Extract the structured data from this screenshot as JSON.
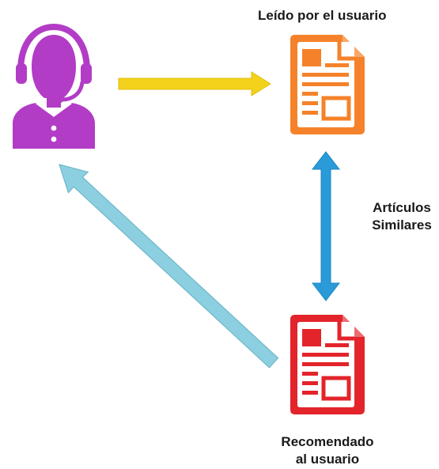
{
  "labels": {
    "read_by_user": "Leído por el usuario",
    "similar_line1": "Artículos",
    "similar_line2": "Similares",
    "recommended_line1": "Recomendado",
    "recommended_line2": "al usuario"
  },
  "icons": {
    "user": "user-headset-icon",
    "read_document": "document-icon",
    "recommended_document": "document-icon"
  },
  "colors": {
    "user": "#b23cc6",
    "read_document": "#f5822a",
    "recommended_document": "#e3242b",
    "arrow_user_to_read": "#f2d21a",
    "arrow_similar": "#2a9ad8",
    "arrow_recommend_to_user": "#8ccfe0"
  }
}
